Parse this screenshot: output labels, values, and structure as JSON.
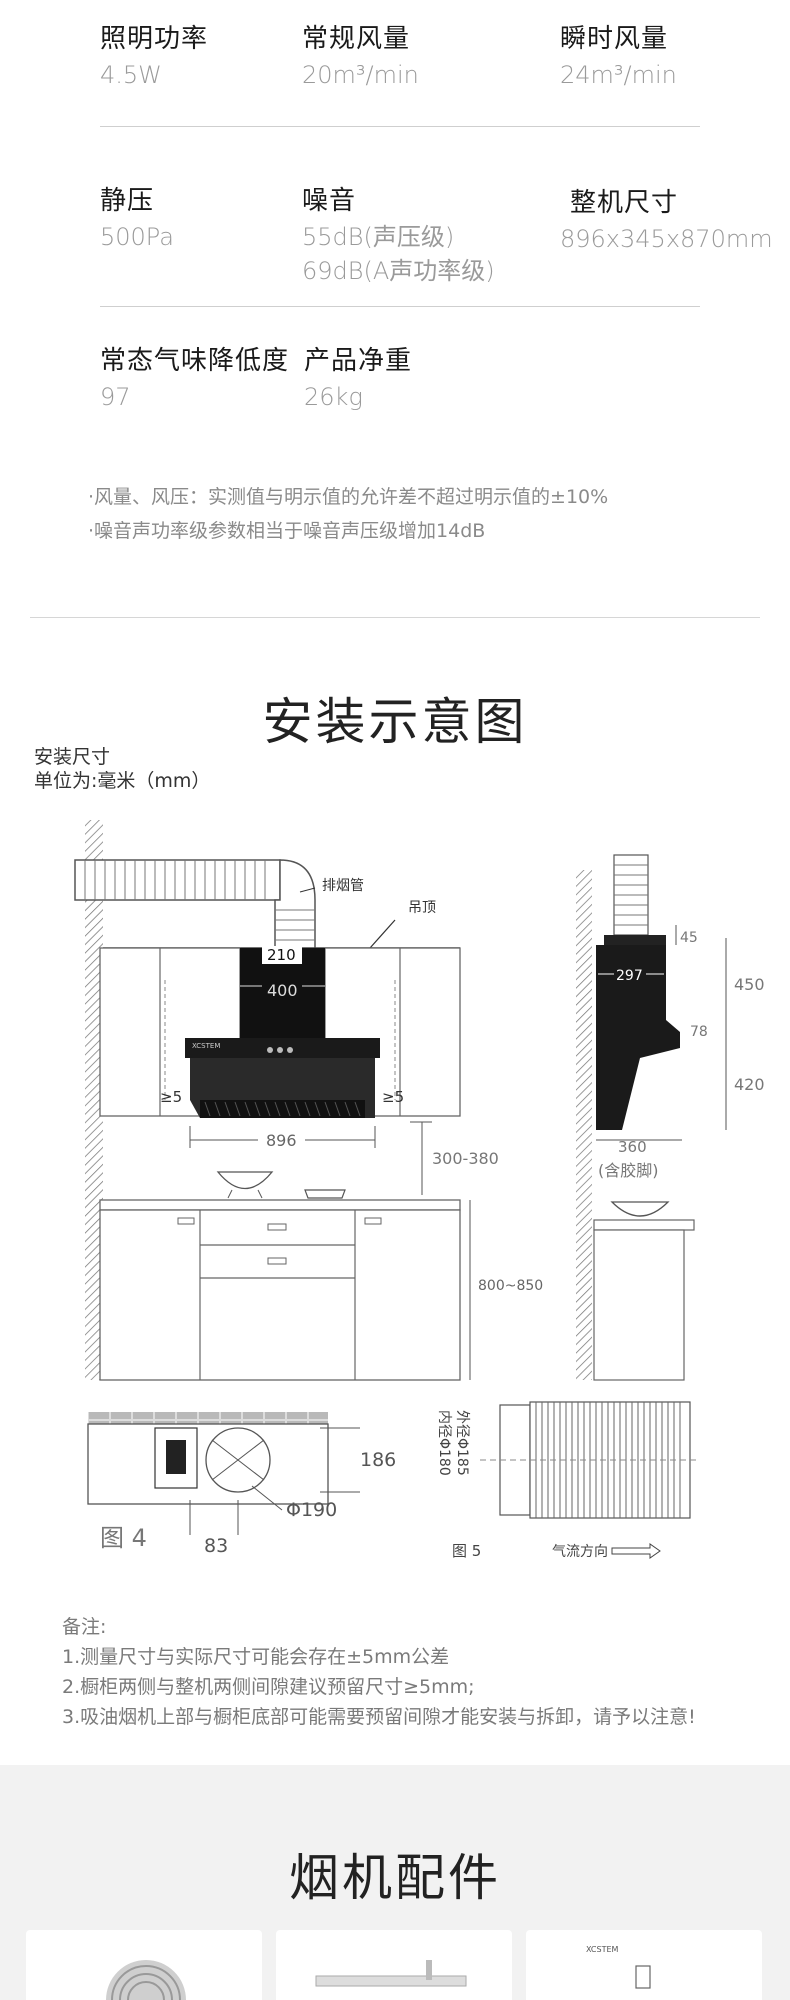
{
  "specs": [
    {
      "label": "照明功率",
      "value": "4.5W"
    },
    {
      "label": "常规风量",
      "value": "20m³/min"
    },
    {
      "label": "瞬时风量",
      "value": "24m³/min"
    },
    {
      "label": "静压",
      "value": "500Pa"
    },
    {
      "label": "噪音",
      "value": "55dB(声压级)",
      "value2": "69dB(A声功率级)"
    },
    {
      "label": "整机尺寸",
      "value": "896x345x870mm"
    },
    {
      "label": "常态气味降低度",
      "value": "97"
    },
    {
      "label": "产品净重",
      "value": "26kg"
    }
  ],
  "notes": [
    "·风量、风压：实测值与明示值的允许差不超过明示值的±10%",
    "·噪音声功率级参数相当于噪音声压级增加14dB"
  ],
  "install": {
    "title": "安装示意图",
    "size_label": "安装尺寸",
    "unit_label": "单位为:毫米（mm）",
    "diagram": {
      "exhaust_pipe": "排烟管",
      "ceiling": "吊顶",
      "d210": "210",
      "d400": "400",
      "d896": "896",
      "gap_left": "≥5",
      "gap_right": "≥5",
      "d300_380": "300-380",
      "d800_850": "800~850",
      "d297": "297",
      "d45": "45",
      "d450": "450",
      "d78": "78",
      "d420": "420",
      "d360": "360",
      "with_feet": "(含胶脚)",
      "d186": "186",
      "d190": "Φ190",
      "d83": "83",
      "fig4": "图 4",
      "outer_dia": "外径Φ185",
      "inner_dia": "内径Φ180",
      "fig5": "图 5",
      "airflow": "气流方向",
      "brand": "XCSTEM"
    },
    "remarks_title": "备注:",
    "remarks": [
      "1.测量尺寸与实际尺寸可能会存在±5mm公差",
      "2.橱柜两侧与整机两侧间隙建议预留尺寸≥5mm;",
      "3.吸油烟机上部与橱柜底部可能需要预留间隙才能安装与拆卸，请予以注意!"
    ]
  },
  "accessories": {
    "title": "烟机配件",
    "manual_brand": "XCSTEM"
  }
}
